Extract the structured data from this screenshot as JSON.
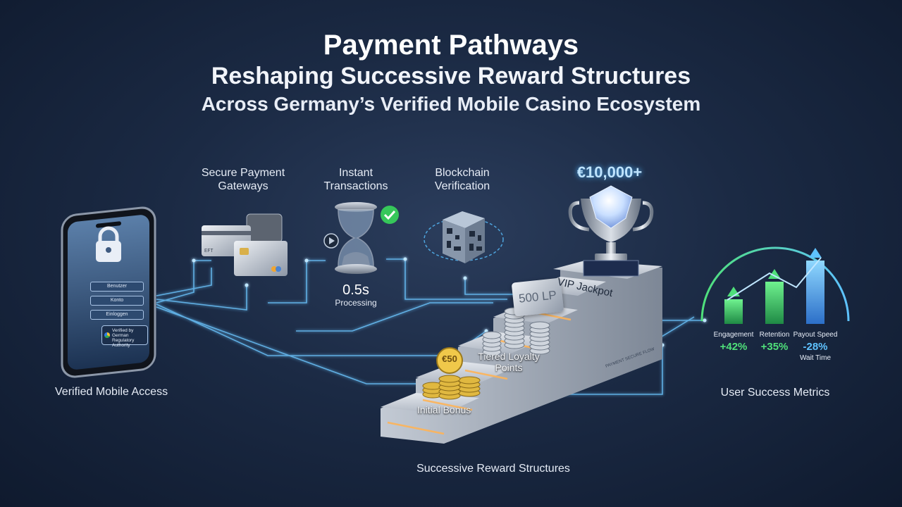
{
  "title": {
    "main": "Payment Pathways",
    "line2": "Reshaping Successive Reward Structures",
    "line3": "Across Germany’s Verified Mobile Casino Ecosystem"
  },
  "phone": {
    "label": "Verified Mobile Access",
    "fields": [
      "Benutzer",
      "Konto",
      "Einloggen"
    ],
    "badge": "Verified by German Regulatory Authority"
  },
  "features": [
    {
      "label": "Secure Payment Gateways",
      "icon": "credit-card-icon"
    },
    {
      "label": "Instant Transactions",
      "icon": "hourglass-icon",
      "value": "0.5s",
      "caption": "Processing"
    },
    {
      "label": "Blockchain Verification",
      "icon": "qr-cube-icon"
    }
  ],
  "jackpot": {
    "amount": "€10,000+",
    "plate": "VIP Jackpot"
  },
  "stairs": {
    "label": "Successive Reward Structures",
    "steps": [
      {
        "label": "Initial Bonus",
        "coin": "€50"
      },
      {
        "label": "Tiered Loyalty Points",
        "card": "500 LP"
      }
    ]
  },
  "metrics": {
    "label": "User Success Metrics",
    "items": [
      {
        "name": "Engagement",
        "value": "+42%",
        "level": 0.35
      },
      {
        "name": "Retention",
        "value": "+35%",
        "level": 0.6
      },
      {
        "name": "Payout Speed",
        "value": "-28%",
        "sub": "Wait Time",
        "level": 0.9
      }
    ]
  },
  "colors": {
    "glow": "#4fb4ff",
    "green": "#4fe07a",
    "gold": "#e0b840",
    "accent_blue": "#5ec2ff"
  }
}
